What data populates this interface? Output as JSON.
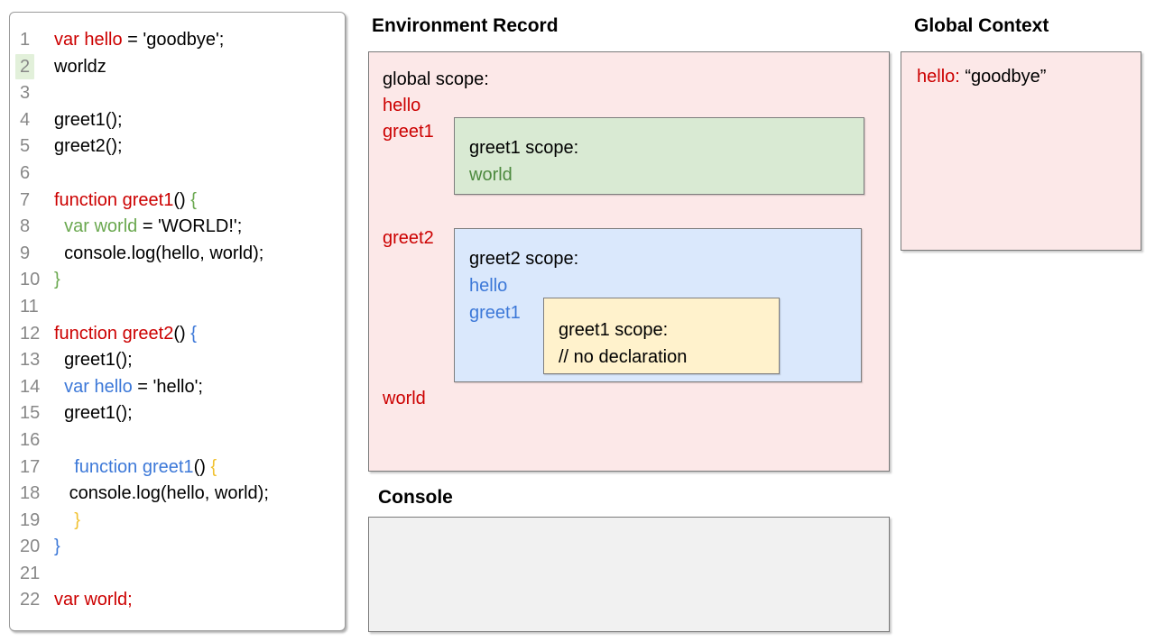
{
  "colors": {
    "keyword_red": "#cc0000",
    "scope_green": "#6aa84f",
    "scope_blue": "#3c78d8",
    "scope_yellow": "#f1c232",
    "env_fill_pink": "#fce8e8",
    "greet1_fill_green": "#d9ead3",
    "greet2_fill_blue": "#dae8fc",
    "inner_fill_yellow": "#fff2cc",
    "console_fill_gray": "#f1f1f1",
    "line_highlight_green": "#e2f0da"
  },
  "code_panel": {
    "lines": [
      {
        "n": "1",
        "hl": false,
        "tokens": [
          {
            "t": "var hello",
            "c": "r"
          },
          {
            "t": " = 'goodbye';",
            "c": "k"
          }
        ]
      },
      {
        "n": "2",
        "hl": true,
        "tokens": [
          {
            "t": "worldz",
            "c": "k"
          }
        ]
      },
      {
        "n": "3",
        "hl": false,
        "tokens": []
      },
      {
        "n": "4",
        "hl": false,
        "tokens": [
          {
            "t": "greet1();",
            "c": "k"
          }
        ]
      },
      {
        "n": "5",
        "hl": false,
        "tokens": [
          {
            "t": "greet2();",
            "c": "k"
          }
        ]
      },
      {
        "n": "6",
        "hl": false,
        "tokens": []
      },
      {
        "n": "7",
        "hl": false,
        "tokens": [
          {
            "t": "function greet1",
            "c": "r"
          },
          {
            "t": "() ",
            "c": "k"
          },
          {
            "t": "{",
            "c": "g"
          }
        ]
      },
      {
        "n": "8",
        "hl": false,
        "tokens": [
          {
            "t": "  ",
            "c": "k"
          },
          {
            "t": "var world",
            "c": "g"
          },
          {
            "t": " = 'WORLD!';",
            "c": "k"
          }
        ]
      },
      {
        "n": "9",
        "hl": false,
        "tokens": [
          {
            "t": "  console.log(hello, world);",
            "c": "k"
          }
        ]
      },
      {
        "n": "10",
        "hl": false,
        "tokens": [
          {
            "t": "}",
            "c": "g"
          }
        ]
      },
      {
        "n": "11",
        "hl": false,
        "tokens": []
      },
      {
        "n": "12",
        "hl": false,
        "tokens": [
          {
            "t": "function greet2",
            "c": "r"
          },
          {
            "t": "() ",
            "c": "k"
          },
          {
            "t": "{",
            "c": "b"
          }
        ]
      },
      {
        "n": "13",
        "hl": false,
        "tokens": [
          {
            "t": "  greet1();",
            "c": "k"
          }
        ]
      },
      {
        "n": "14",
        "hl": false,
        "tokens": [
          {
            "t": "  ",
            "c": "k"
          },
          {
            "t": "var hello",
            "c": "b"
          },
          {
            "t": " = 'hello';",
            "c": "k"
          }
        ]
      },
      {
        "n": "15",
        "hl": false,
        "tokens": [
          {
            "t": "  greet1();",
            "c": "k"
          }
        ]
      },
      {
        "n": "16",
        "hl": false,
        "tokens": []
      },
      {
        "n": "17",
        "hl": false,
        "tokens": [
          {
            "t": "    ",
            "c": "k"
          },
          {
            "t": "function greet1",
            "c": "b"
          },
          {
            "t": "() ",
            "c": "k"
          },
          {
            "t": "{",
            "c": "y"
          }
        ]
      },
      {
        "n": "18",
        "hl": false,
        "tokens": [
          {
            "t": "   console.log(hello, world);",
            "c": "k"
          }
        ]
      },
      {
        "n": "19",
        "hl": false,
        "tokens": [
          {
            "t": "    ",
            "c": "k"
          },
          {
            "t": "}",
            "c": "y"
          }
        ]
      },
      {
        "n": "20",
        "hl": false,
        "tokens": [
          {
            "t": "}",
            "c": "b"
          }
        ]
      },
      {
        "n": "21",
        "hl": false,
        "tokens": []
      },
      {
        "n": "22",
        "hl": false,
        "tokens": [
          {
            "t": "var world;",
            "c": "r"
          }
        ]
      }
    ]
  },
  "environment_record": {
    "title": "Environment Record",
    "global_scope_label": "global scope:",
    "outer_vars": [
      "hello",
      "greet1",
      "greet2",
      "world"
    ],
    "greet1_scope": {
      "title": "greet1 scope:",
      "var_world": "world"
    },
    "greet2_scope": {
      "title": "greet2 scope:",
      "var_hello": "hello",
      "var_greet1": "greet1",
      "inner_greet1_scope": {
        "title": "greet1 scope:",
        "comment": "// no declaration"
      }
    }
  },
  "global_context": {
    "title": "Global Context",
    "entry_key": "hello:",
    "entry_value": "“goodbye”"
  },
  "console_section": {
    "title": "Console"
  }
}
